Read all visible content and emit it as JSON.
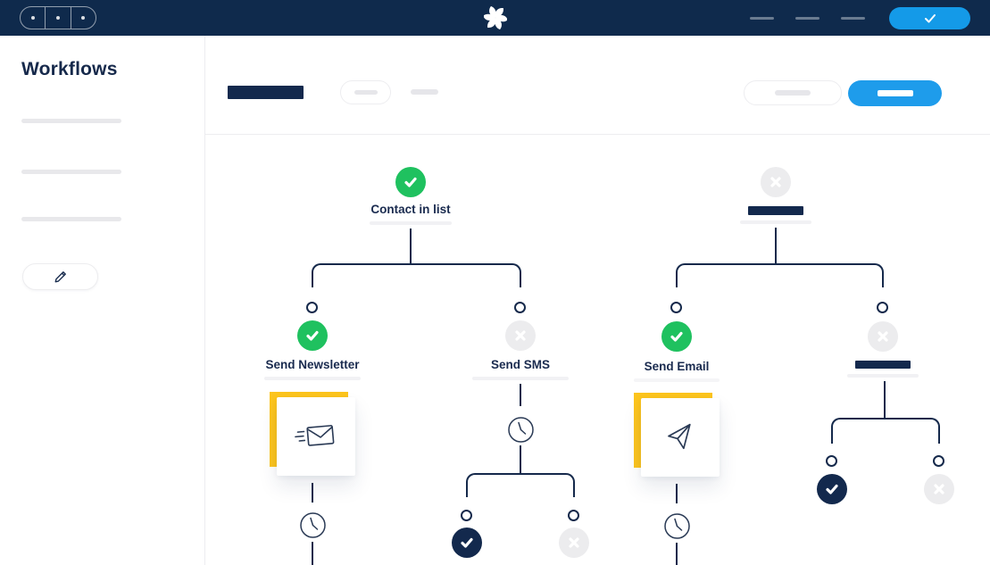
{
  "topbar": {
    "browser_controls": [
      "back",
      "middle",
      "forward"
    ],
    "logo_icon": "swirl-logo",
    "nav_placeholder_count": 3,
    "confirm_button": {
      "icon": "checkmark",
      "label": ""
    }
  },
  "sidebar": {
    "title": "Workflows",
    "menu_placeholder_count": 3,
    "edit_button_icon": "pencil"
  },
  "header": {
    "title_placeholder": "navy-bar",
    "secondary_button_placeholder": "outline-pill",
    "primary_button_placeholder": "blue-pill"
  },
  "workflow": {
    "left": {
      "root": {
        "label": "Contact in list",
        "status": "success",
        "status_icon": "checkmark"
      },
      "children": [
        {
          "label": "Send Newsletter",
          "status": "success",
          "status_icon": "checkmark",
          "card_icon": "email-send",
          "delay_icon": "clock"
        },
        {
          "label": "Send SMS",
          "status": "inactive",
          "status_icon": "x-mark",
          "delay_icon": "clock",
          "children": [
            {
              "status": "done",
              "status_icon": "checkmark"
            },
            {
              "status": "inactive",
              "status_icon": "x-mark"
            }
          ]
        }
      ]
    },
    "right": {
      "root": {
        "label": "",
        "status": "inactive",
        "status_icon": "x-mark"
      },
      "children": [
        {
          "label": "Send Email",
          "status": "success",
          "status_icon": "checkmark",
          "card_icon": "paper-plane",
          "delay_icon": "clock"
        },
        {
          "label": "",
          "status": "inactive",
          "status_icon": "x-mark",
          "children": [
            {
              "status": "done",
              "status_icon": "checkmark"
            },
            {
              "status": "inactive",
              "status_icon": "x-mark"
            }
          ]
        }
      ]
    }
  },
  "colors": {
    "navy": "#13294d",
    "topbar_navy": "#0f2a4c",
    "blue": "#149ae8",
    "green": "#1fc15f",
    "yellow": "#fcc41d",
    "inactive_gray": "#ececee",
    "skeleton_gray": "#e8e8eb"
  }
}
